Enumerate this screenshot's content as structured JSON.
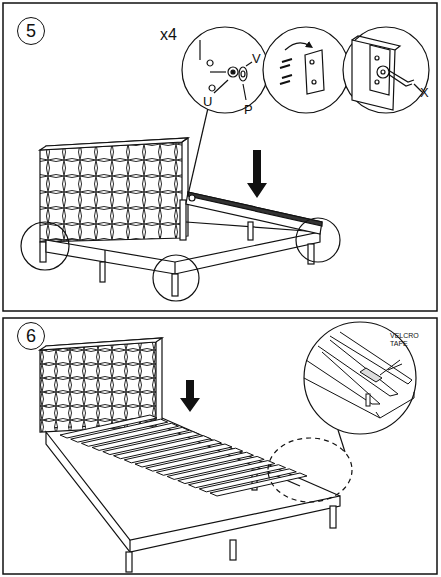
{
  "diagram": {
    "nodes": [
      {
        "text": [
          "5"
        ]
      },
      {
        "text": [
          "6"
        ]
      }
    ],
    "labels": [
      "x4",
      "V",
      "U",
      "P",
      "X",
      "VELCRO TAPE"
    ]
  }
}
